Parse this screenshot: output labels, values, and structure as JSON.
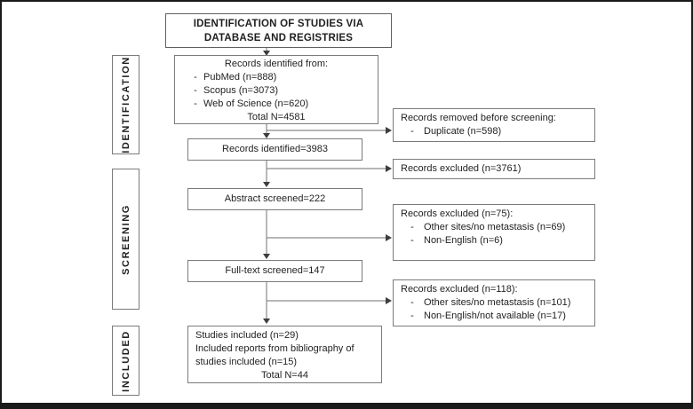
{
  "title_box": {
    "line1": "IDENTIFICATION OF STUDIES VIA",
    "line2": "DATABASE AND REGISTRIES"
  },
  "sidebar": {
    "phases": [
      {
        "label": "IDENTIFICATION"
      },
      {
        "label": "SCREENING"
      },
      {
        "label": "INCLUDED"
      }
    ]
  },
  "flow": {
    "records_identified_from": {
      "header": "Records identified from:",
      "items": [
        "PubMed (n=888)",
        "Scopus (n=3073)",
        "Web of Science (n=620)"
      ],
      "total": "Total N=4581"
    },
    "records_identified": "Records identified=3983",
    "abstract_screened": "Abstract screened=222",
    "fulltext_screened": "Full-text screened=147",
    "included": {
      "lines": [
        "Studies included (n=29)",
        "Included reports from bibliography of",
        "studies included (n=15)"
      ],
      "total": "Total N=44"
    }
  },
  "exclusions": [
    {
      "header": "Records removed before screening:",
      "items": [
        "Duplicate (n=598)"
      ]
    },
    {
      "header": "Records excluded (n=3761)",
      "items": []
    },
    {
      "header": "Records excluded (n=75):",
      "items": [
        "Other sites/no metastasis (n=69)",
        "Non-English (n=6)"
      ]
    },
    {
      "header": "Records excluded (n=118):",
      "items": [
        "Other sites/no metastasis (n=101)",
        "Non-English/not available (n=17)"
      ]
    }
  ],
  "colors": {
    "frame_border": "#1a1a1a",
    "box_border": "#7b7b7b",
    "connector_line": "#8a8a8a",
    "arrowhead": "#3d3d3d",
    "text": "#1f1f1f",
    "background": "#ffffff"
  },
  "bullet_glyph": "-"
}
